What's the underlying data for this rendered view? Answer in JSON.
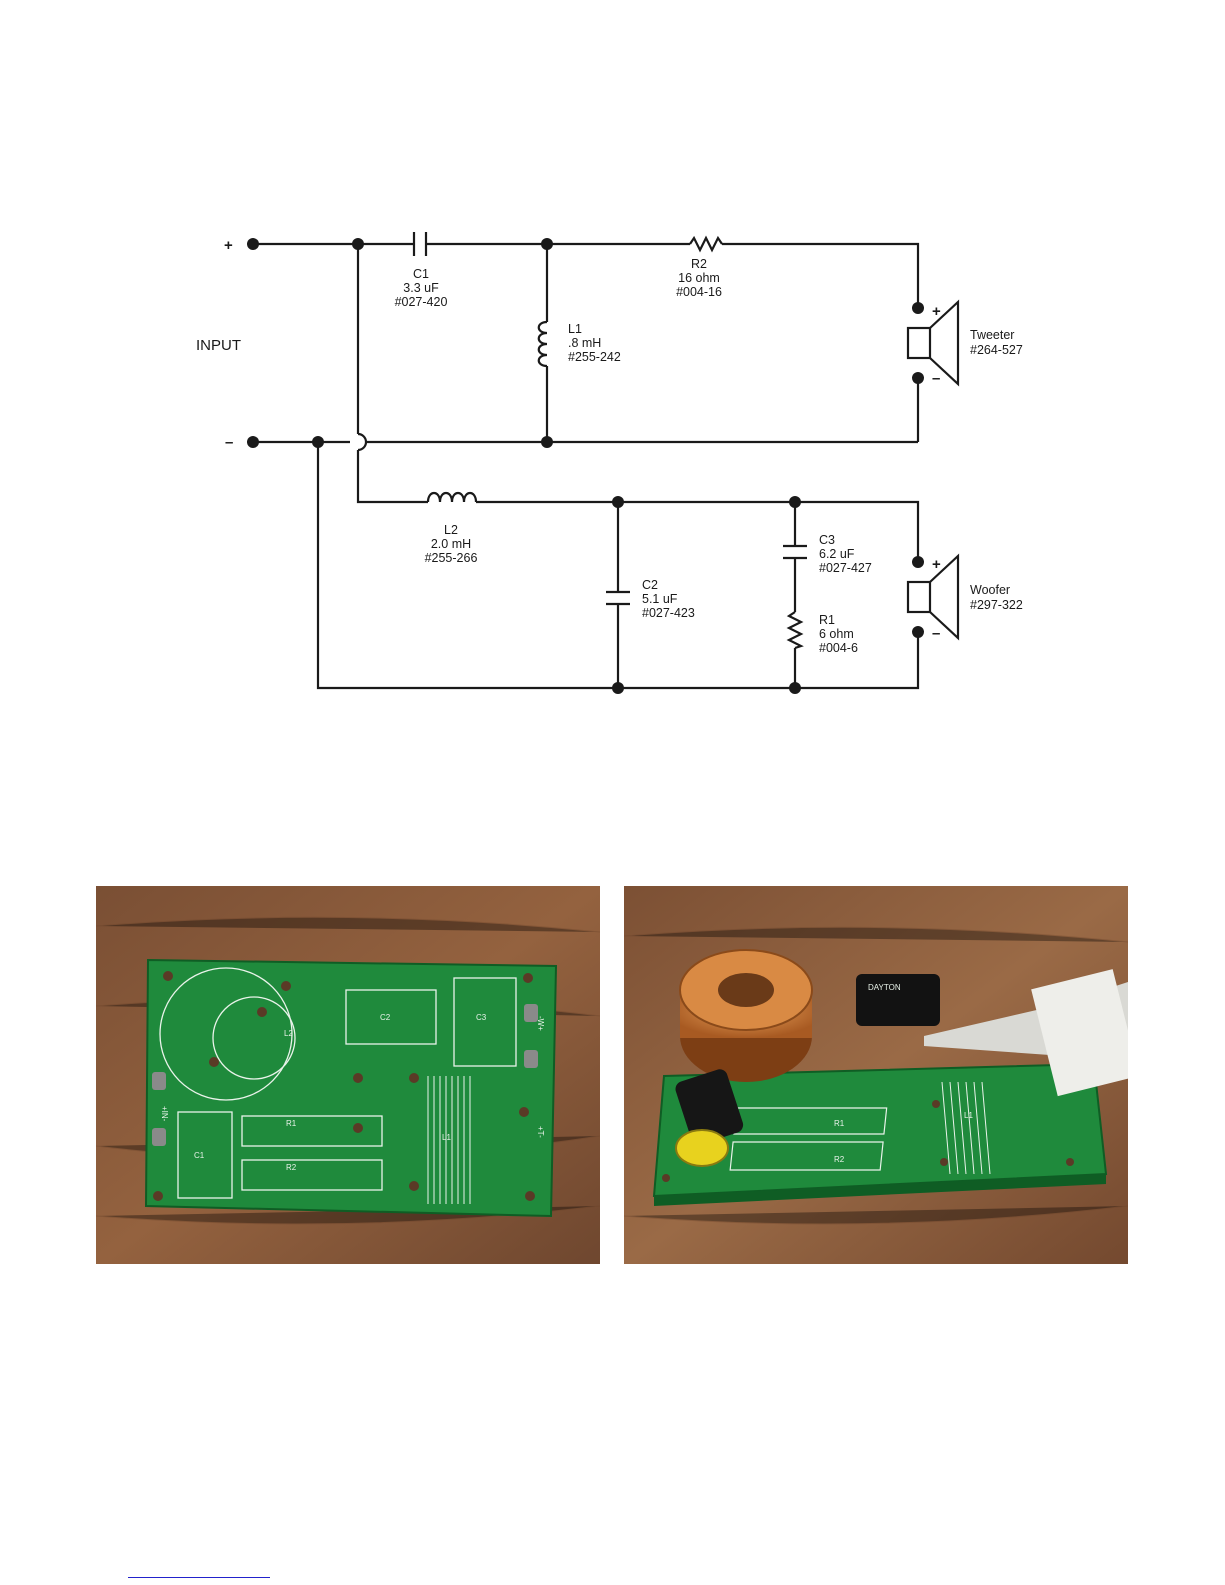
{
  "schematic": {
    "input_label": "INPUT",
    "plus_sign": "+",
    "minus_sign": "–",
    "components": {
      "c1": {
        "name": "C1",
        "value": "3.3 uF",
        "part": "#027-420"
      },
      "l1": {
        "name": "L1",
        "value": ".8 mH",
        "part": "#255-242"
      },
      "r2": {
        "name": "R2",
        "value": "16 ohm",
        "part": "#004-16"
      },
      "l2": {
        "name": "L2",
        "value": "2.0 mH",
        "part": "#255-266"
      },
      "c2": {
        "name": "C2",
        "value": "5.1 uF",
        "part": "#027-423"
      },
      "c3": {
        "name": "C3",
        "value": "6.2 uF",
        "part": "#027-427"
      },
      "r1": {
        "name": "R1",
        "value": "6 ohm",
        "part": "#004-6"
      }
    },
    "tweeter": {
      "name": "Tweeter",
      "part": "#264-527"
    },
    "woofer": {
      "name": "Woofer",
      "part": "#297-322"
    }
  },
  "pcb_left": {
    "labels": {
      "c1": "C1",
      "c2": "C2",
      "c3": "C3",
      "l1": "L1",
      "l2": "L2",
      "r1": "R1",
      "r2": "R2",
      "in": "+IN-",
      "t": "+T-",
      "w": "-W+"
    }
  },
  "pcb_right": {
    "labels": {
      "r1": "R1",
      "r2": "R2",
      "l1": "L1"
    },
    "capacitor_brand": "DAYTON"
  },
  "colors": {
    "wire": "#1a1a1a",
    "pcb_green": "#1f8a3c",
    "wood": "#8a5a3a",
    "copper": "#c8763a"
  }
}
